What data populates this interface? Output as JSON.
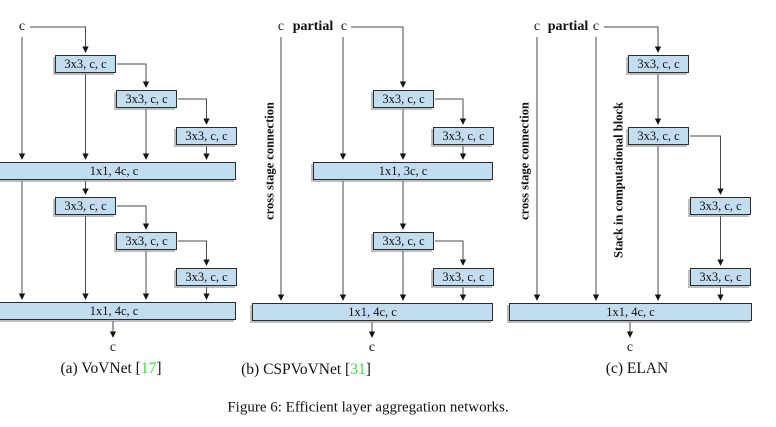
{
  "figure": {
    "caption": "Figure 6: Efficient layer aggregation networks."
  },
  "colors": {
    "box_fill": "#c3ddf0",
    "box_border": "#2b2b2b",
    "line": "#4a4a4a",
    "citation_green": "#3fd63f"
  },
  "diagrams": {
    "a": {
      "input_label": "c",
      "blocks": [
        "3x3, c, c",
        "3x3, c, c",
        "3x3, c, c",
        "1x1, 4c, c",
        "3x3, c, c",
        "3x3, c, c",
        "3x3, c, c",
        "1x1, 4c, c"
      ],
      "output_label": "c",
      "caption": "(a) VoVNet",
      "cite_open": " [",
      "cite": "17",
      "cite_close": "]"
    },
    "b": {
      "input_left": "c",
      "input_partial": "partial",
      "input_right": "c",
      "side_label": "cross stage connection",
      "blocks": [
        "3x3, c, c",
        "3x3, c, c",
        "1x1, 3c, c",
        "3x3, c, c",
        "3x3, c, c",
        "1x1, 4c, c"
      ],
      "output_label": "c",
      "caption": "(b) CSPVoVNet",
      "cite_open": " [",
      "cite": "31",
      "cite_close": "]"
    },
    "c": {
      "input_left": "c",
      "input_partial": "partial",
      "input_right": "c",
      "side_label": "cross stage connection",
      "stack_label": "Stack in computational block",
      "blocks": [
        "3x3, c, c",
        "3x3, c, c",
        "3x3, c, c",
        "3x3, c, c",
        "1x1, 4c, c"
      ],
      "output_label": "c",
      "caption": "(c) ELAN",
      "cite_open": "",
      "cite": "",
      "cite_close": ""
    }
  }
}
